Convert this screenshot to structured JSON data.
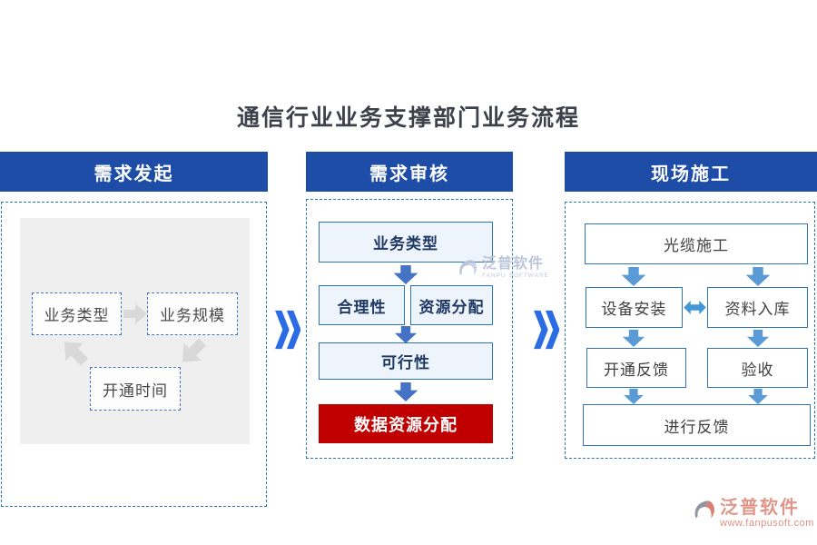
{
  "title": "通信行业业务支撑部门业务流程",
  "columns": [
    {
      "header": "需求发起",
      "nodes": [
        "业务类型",
        "业务规模",
        "开通时间"
      ]
    },
    {
      "header": "需求审核",
      "nodes": [
        "业务类型",
        "合理性",
        "资源分配",
        "可行性",
        "数据资源分配"
      ]
    },
    {
      "header": "现场施工",
      "nodes": [
        "光缆施工",
        "设备安装",
        "资料入库",
        "开通反馈",
        "验收",
        "进行反馈"
      ]
    }
  ],
  "separator_glyph": "»",
  "watermarks": {
    "center": {
      "name": "泛普软件",
      "tagline": "FANPU SOFTWARE"
    },
    "corner": {
      "name": "泛普软件",
      "url": "www.fanpusoft.com"
    }
  },
  "colors": {
    "header_bg": "#1d4da6",
    "node_border": "#2e75b6",
    "review_node_fill": "#edf4fb",
    "review_text": "#1f3864",
    "review_arrow": "#4472c4",
    "site_arrow": "#5b9bd5",
    "double_arrow": "#4397d6",
    "highlight_bg": "#c00000",
    "gray_arrow": "#d9d9d9",
    "chevron": "#2b6be4"
  }
}
